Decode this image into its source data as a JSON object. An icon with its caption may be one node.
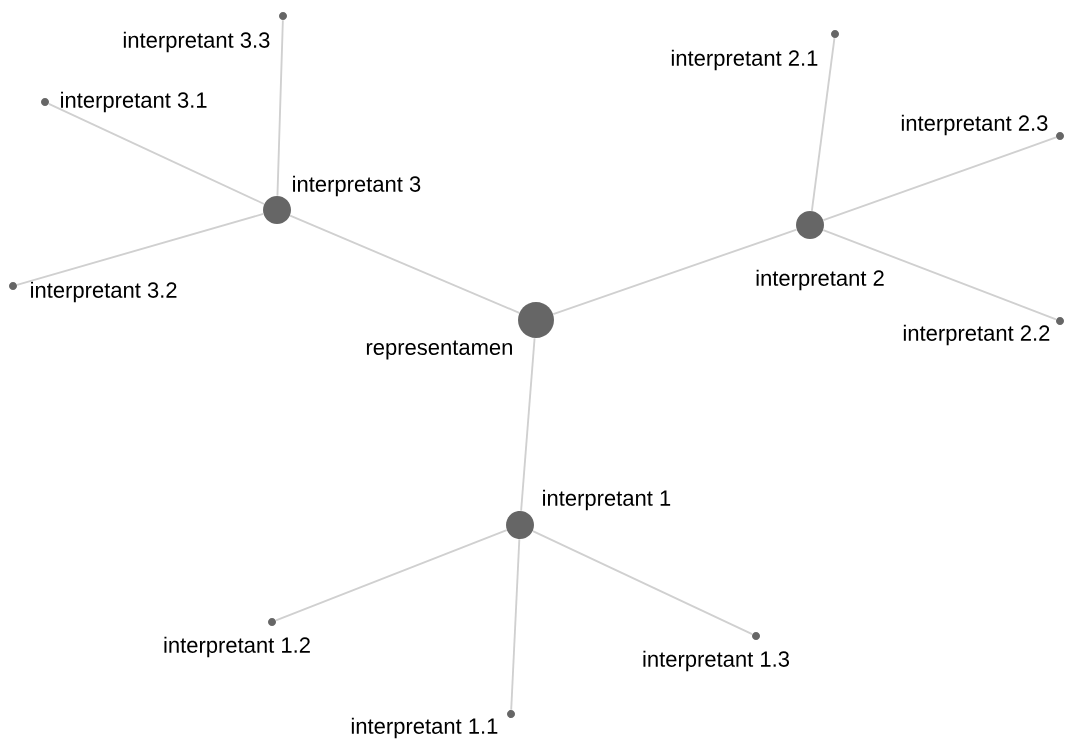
{
  "diagram": {
    "nodes": [
      {
        "text": [],
        "shape": "circle",
        "beside": [
          "representamen"
        ]
      },
      {
        "text": [],
        "shape": "circle",
        "beside": [
          "interpretant 1"
        ]
      },
      {
        "text": [],
        "shape": "circle",
        "beside": [
          "interpretant 2"
        ]
      },
      {
        "text": [],
        "shape": "circle",
        "beside": [
          "interpretant 3"
        ]
      },
      {
        "text": [],
        "shape": "circle",
        "beside": [
          "interpretant 1.1"
        ]
      },
      {
        "text": [],
        "shape": "circle",
        "beside": [
          "interpretant 1.2"
        ]
      },
      {
        "text": [],
        "shape": "circle",
        "beside": [
          "interpretant 1.3"
        ]
      },
      {
        "text": [],
        "shape": "circle",
        "beside": [
          "interpretant 2.1"
        ]
      },
      {
        "text": [],
        "shape": "circle",
        "beside": [
          "interpretant 2.2"
        ]
      },
      {
        "text": [],
        "shape": "circle",
        "beside": [
          "interpretant 2.3"
        ]
      },
      {
        "text": [],
        "shape": "circle",
        "beside": [
          "interpretant 3.1"
        ]
      },
      {
        "text": [],
        "shape": "circle",
        "beside": [
          "interpretant 3.2"
        ]
      },
      {
        "text": [],
        "shape": "circle",
        "beside": [
          "interpretant 3.3"
        ]
      }
    ],
    "edges": [
      {
        "from": 0,
        "to": 1,
        "arrow": "none"
      },
      {
        "from": 0,
        "to": 2,
        "arrow": "none"
      },
      {
        "from": 0,
        "to": 3,
        "arrow": "none"
      },
      {
        "from": 1,
        "to": 4,
        "arrow": "none"
      },
      {
        "from": 1,
        "to": 5,
        "arrow": "none"
      },
      {
        "from": 1,
        "to": 6,
        "arrow": "none"
      },
      {
        "from": 2,
        "to": 7,
        "arrow": "none"
      },
      {
        "from": 2,
        "to": 8,
        "arrow": "none"
      },
      {
        "from": 2,
        "to": 9,
        "arrow": "none"
      },
      {
        "from": 3,
        "to": 10,
        "arrow": "none"
      },
      {
        "from": 3,
        "to": 11,
        "arrow": "none"
      },
      {
        "from": 3,
        "to": 12,
        "arrow": "none"
      }
    ]
  }
}
